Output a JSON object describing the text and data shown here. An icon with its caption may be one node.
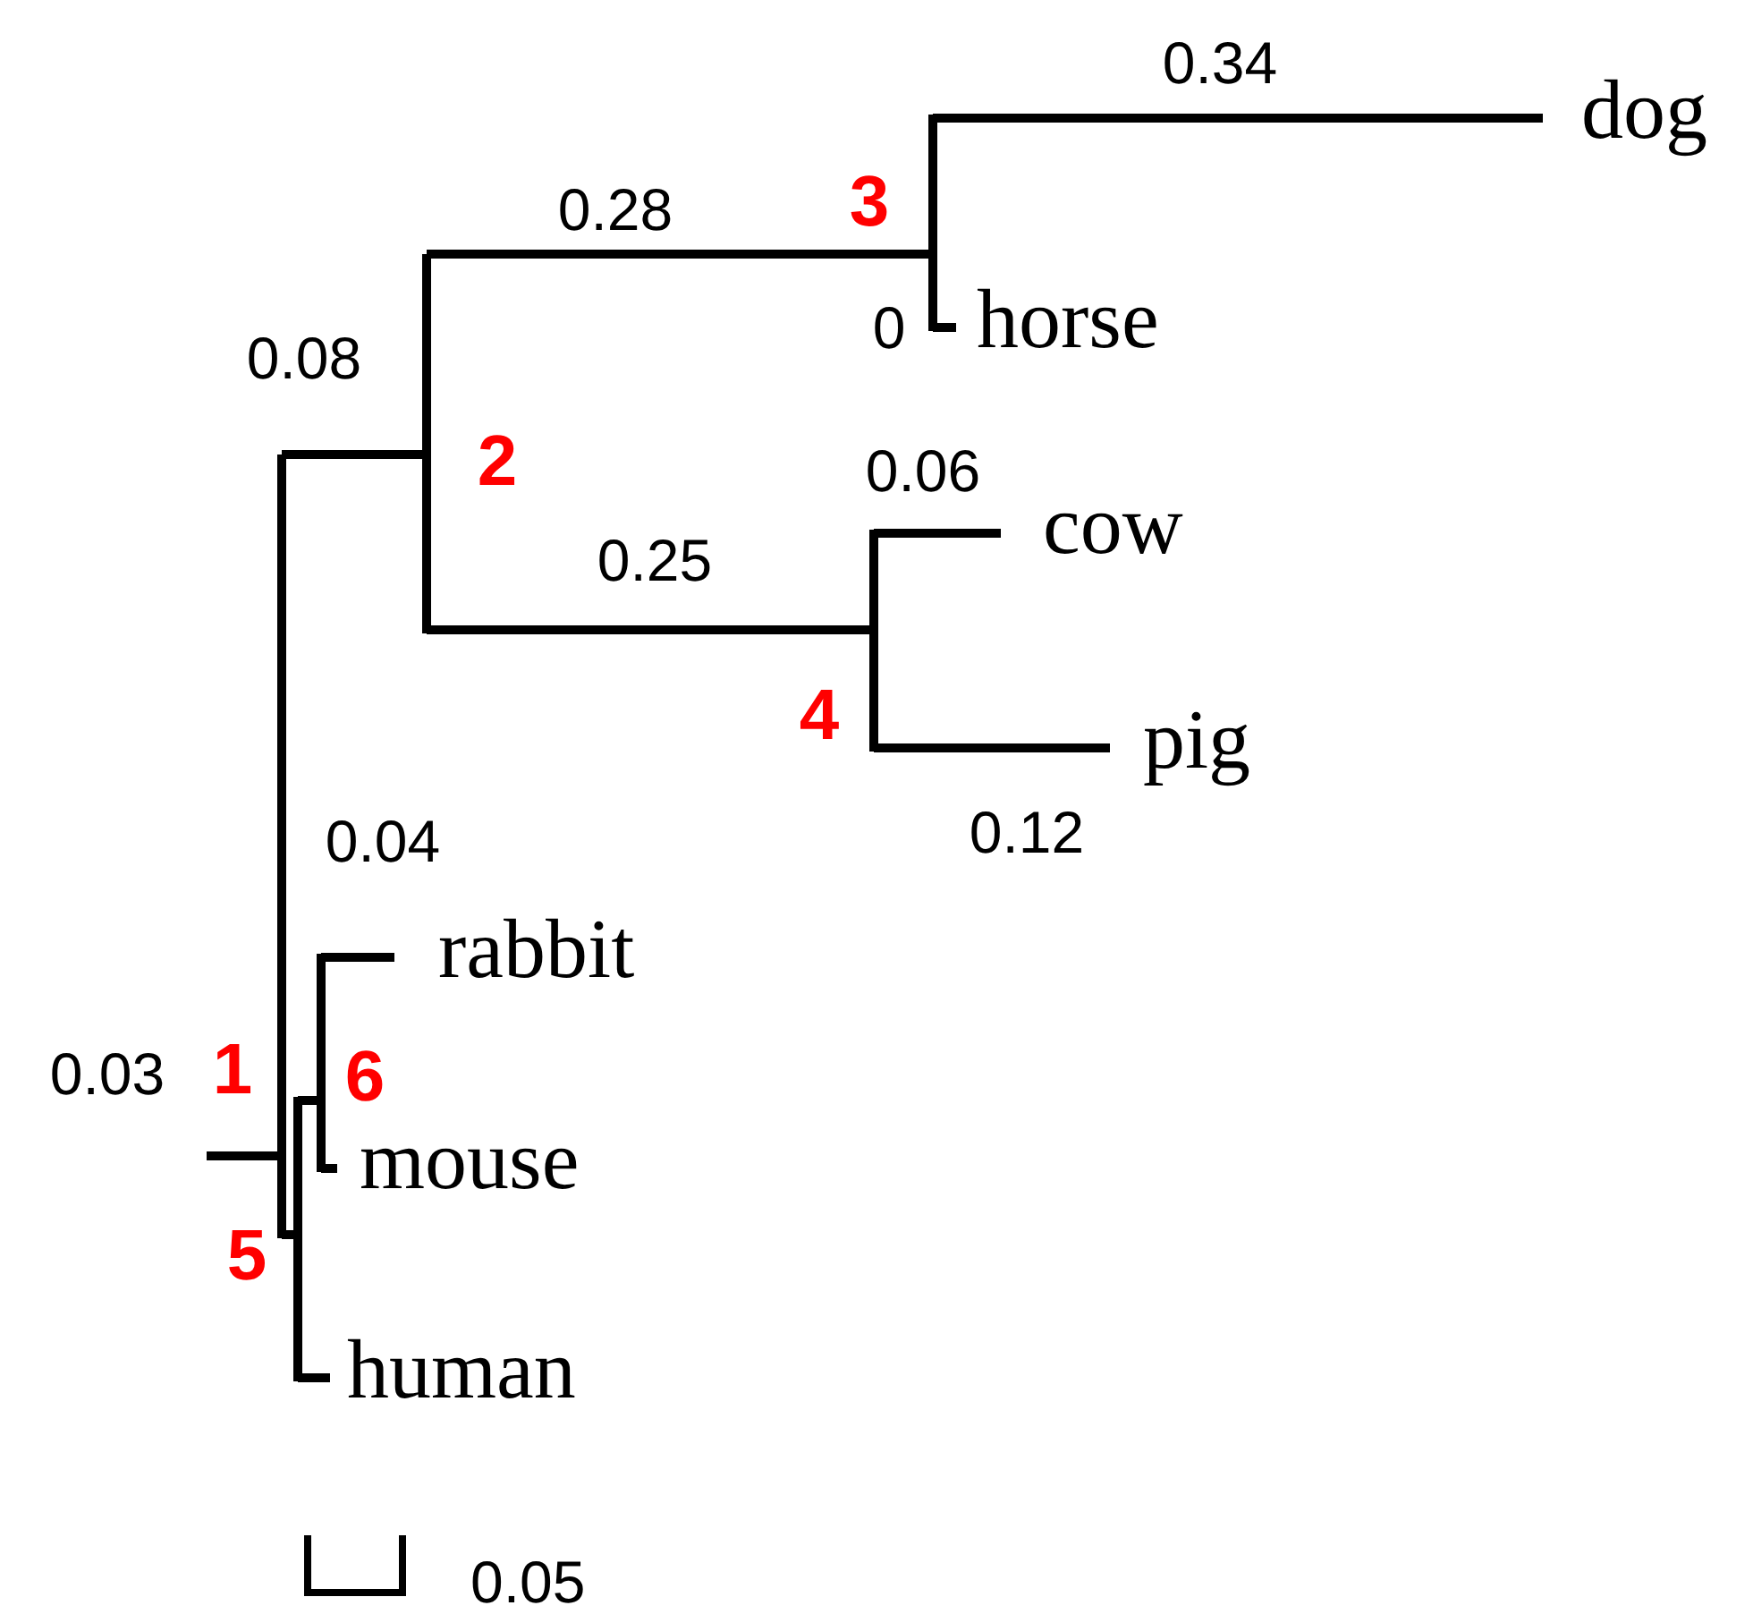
{
  "diagram": {
    "nodes": [
      {
        "text": [
          "1"
        ]
      },
      {
        "text": [
          "2"
        ]
      },
      {
        "text": [
          "3"
        ]
      },
      {
        "text": [
          "dog"
        ]
      },
      {
        "text": [
          "horse"
        ]
      },
      {
        "text": [
          "4"
        ]
      },
      {
        "text": [
          "cow"
        ]
      },
      {
        "text": [
          "pig"
        ]
      },
      {
        "text": [
          "5"
        ]
      },
      {
        "text": [
          "6"
        ]
      },
      {
        "text": [
          "rabbit"
        ]
      },
      {
        "text": [
          "mouse"
        ]
      },
      {
        "text": [
          "human"
        ]
      }
    ],
    "edges": [
      {
        "from": null,
        "to": 0,
        "arrow": "none",
        "label": "0.03"
      },
      {
        "from": 0,
        "to": 1,
        "arrow": "none",
        "label": "0.08"
      },
      {
        "from": 1,
        "to": 2,
        "arrow": "none",
        "label": "0.28"
      },
      {
        "from": 2,
        "to": 3,
        "arrow": "none",
        "label": "0.34"
      },
      {
        "from": 2,
        "to": 4,
        "arrow": "none",
        "label": "0"
      },
      {
        "from": 1,
        "to": 5,
        "arrow": "none",
        "label": "0.25"
      },
      {
        "from": 5,
        "to": 6,
        "arrow": "none",
        "label": "0.06"
      },
      {
        "from": 5,
        "to": 7,
        "arrow": "none",
        "label": "0.12"
      },
      {
        "from": 0,
        "to": 8,
        "arrow": "none"
      },
      {
        "from": 8,
        "to": 9,
        "arrow": "none"
      },
      {
        "from": 9,
        "to": 10,
        "arrow": "none",
        "label": "0.04"
      },
      {
        "from": 9,
        "to": 11,
        "arrow": "none"
      },
      {
        "from": 8,
        "to": 12,
        "arrow": "none"
      }
    ],
    "labels": [
      "0.05"
    ]
  }
}
